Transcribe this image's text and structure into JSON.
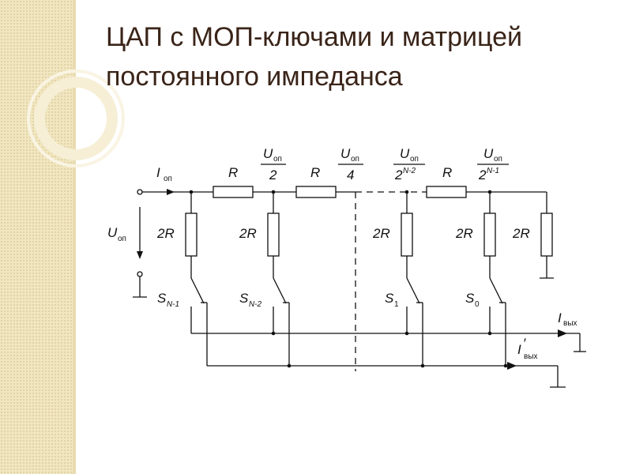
{
  "title": {
    "line1": "ЦАП с МОП-ключами и матрицей",
    "line2": "постоянного импеданса"
  },
  "colors": {
    "background": "#ffffff",
    "strip": "#f1e6bf",
    "title_text": "#3a2418",
    "circuit_lines": "#111111"
  },
  "circuit": {
    "labels": {
      "i_ref": "I",
      "i_ref_sub": "оп",
      "u_ref": "U",
      "u_ref_sub": "оп",
      "r1": "R",
      "r2": "R",
      "r3": "R",
      "node1_num": "U",
      "node1_num_sub": "оп",
      "node1_den": "2",
      "node2_num": "U",
      "node2_num_sub": "оп",
      "node2_den": "4",
      "node3_num": "U",
      "node3_num_sub": "оп",
      "node3_den": "2",
      "node3_den_sup": "N-2",
      "node4_num": "U",
      "node4_num_sub": "оп",
      "node4_den": "2",
      "node4_den_sup": "N-1",
      "r2r_1": "2R",
      "r2r_2": "2R",
      "r2r_3": "2R",
      "r2r_4": "2R",
      "r2r_5": "2R",
      "sw1": "S",
      "sw1_sub": "N-1",
      "sw2": "S",
      "sw2_sub": "N-2",
      "sw3": "S",
      "sw3_sub": "1",
      "sw4": "S",
      "sw4_sub": "0",
      "i_out": "I",
      "i_out_sub": "вых",
      "i_out2": "I",
      "i_out2_prime": "′",
      "i_out2_sub": "вых"
    }
  }
}
